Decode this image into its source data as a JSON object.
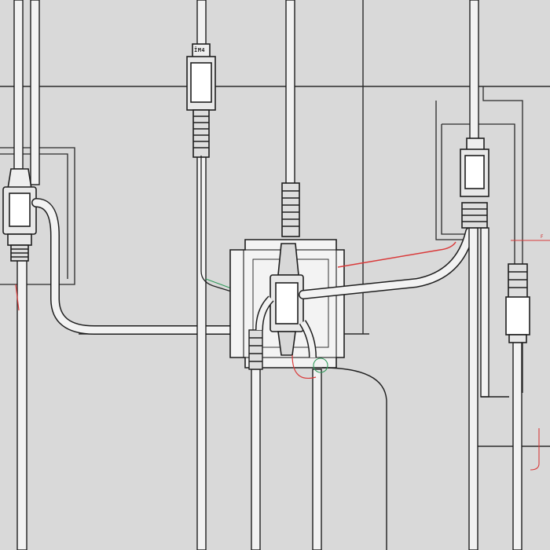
{
  "scene": {
    "description_free": true,
    "background": "#d9d9d9",
    "line_color": "#1e1e1e",
    "cable_fill": "#f2f2f2",
    "accent_red": "#d93a3a",
    "accent_green": "#2f9a5a"
  },
  "labels": {
    "top_plug_text": "ĪM4",
    "right_edge_mark": "F"
  },
  "components": {
    "central_box": "junction-box",
    "connectors": [
      "left-connector",
      "top-center-plug",
      "center-upper-plug",
      "center-connector",
      "right-upper-connector",
      "right-lower-connector"
    ]
  }
}
